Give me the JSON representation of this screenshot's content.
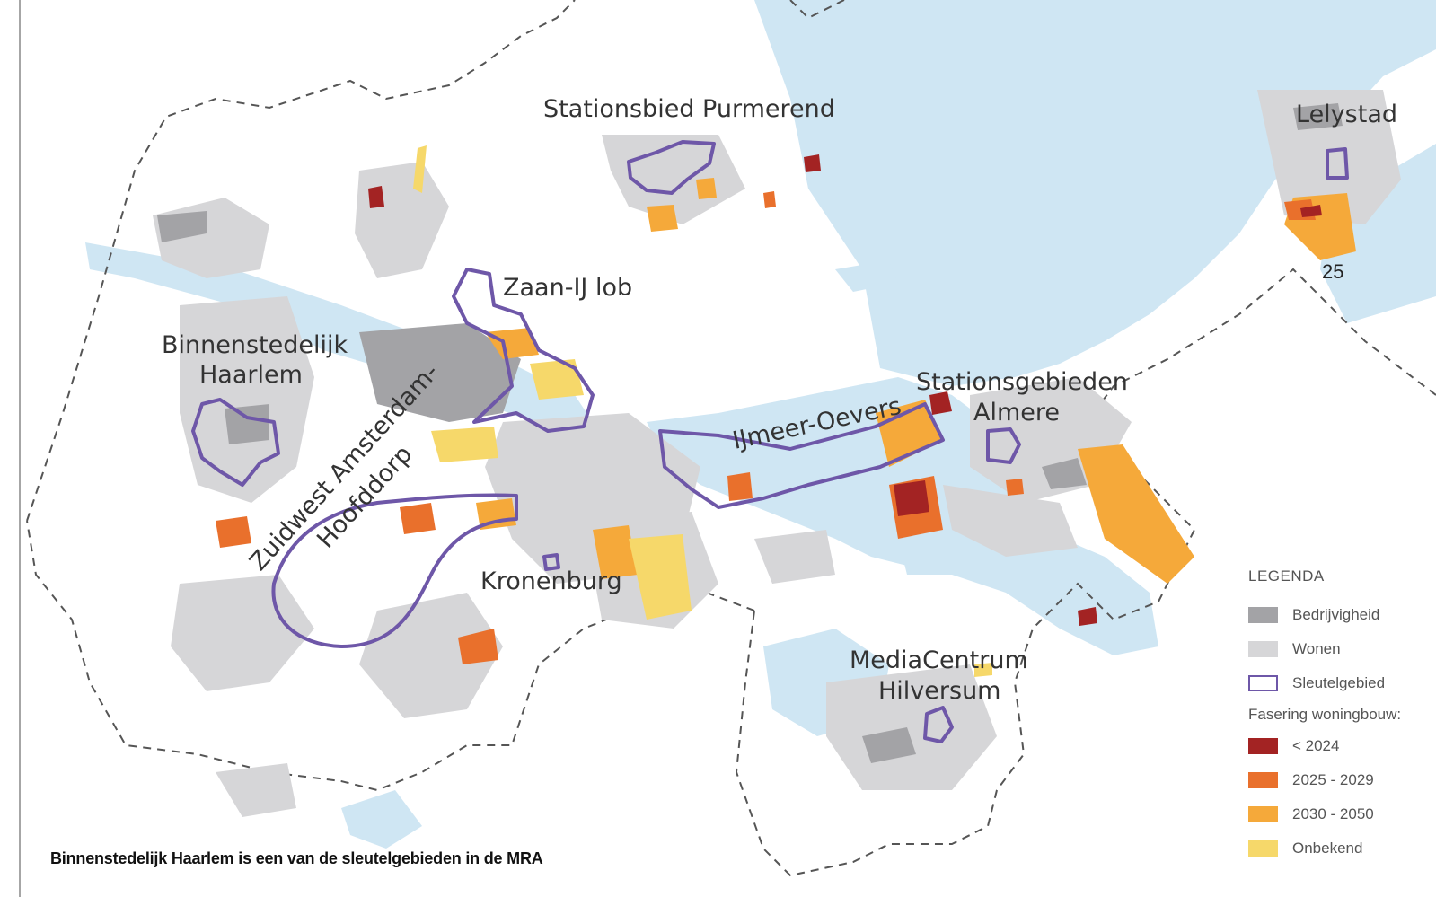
{
  "map": {
    "places": {
      "purmerend": "Stationsbied Purmerend",
      "lelystad": "Lelystad",
      "zaan": "Zaan-IJ lob",
      "haarlem_1": "Binnenstedelijk",
      "haarlem_2": "Haarlem",
      "zuidwest_1": "Zuidwest Amsterdam-",
      "zuidwest_2": "Hoofddorp",
      "ijmeer": "IJmeer-Oevers",
      "almere_1": "Stationsgebieden",
      "almere_2": "Almere",
      "kronenburg": "Kronenburg",
      "hilversum_1": "MediaCentrum",
      "hilversum_2": "Hilversum"
    },
    "page_number": "25",
    "caption": "Binnenstedelijk Haarlem is een van de sleutelgebieden in de MRA"
  },
  "legend": {
    "title": "LEGENDA",
    "items": [
      {
        "label": "Bedrijvigheid",
        "color": "#a3a3a6"
      },
      {
        "label": "Wonen",
        "color": "#d6d6d8"
      },
      {
        "label": "Sleutelgebied",
        "color": "#6e57a8"
      }
    ],
    "phasing_title": "Fasering woningbouw:",
    "phases": [
      {
        "label": "< 2024",
        "color": "#a32323"
      },
      {
        "label": "2025 - 2029",
        "color": "#e9702c"
      },
      {
        "label": "2030 - 2050",
        "color": "#f5a93a"
      },
      {
        "label": "Onbekend",
        "color": "#f6d86a"
      }
    ]
  },
  "colors": {
    "water": "#cfe6f3",
    "land": "#f5f8fa",
    "region_border": "#555555"
  }
}
